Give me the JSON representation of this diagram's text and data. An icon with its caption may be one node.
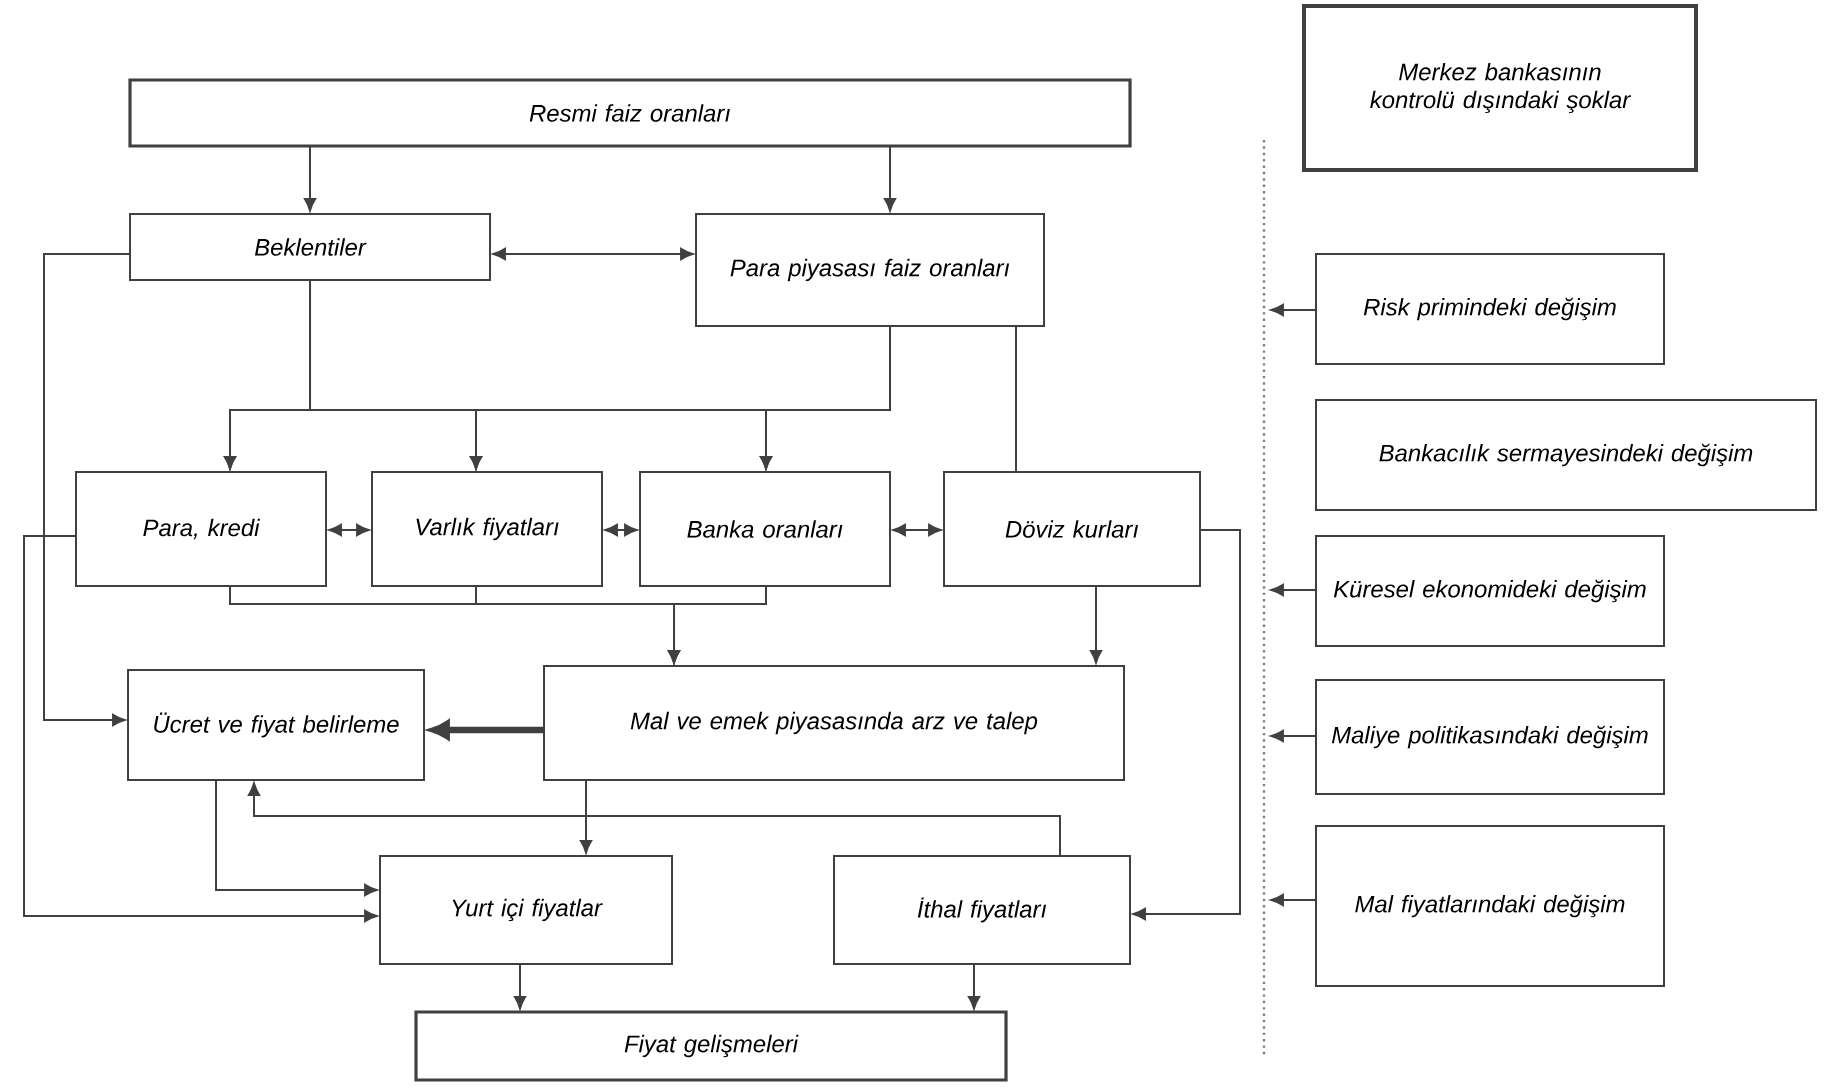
{
  "diagram": {
    "nodes": [
      {
        "text": [
          "Resmi faiz oranları"
        ]
      },
      {
        "text": [
          "Merkez bankasının kontrolü dışındaki şoklar"
        ]
      },
      {
        "text": [
          "Beklentiler"
        ]
      },
      {
        "text": [
          "Para piyasası faiz oranları"
        ]
      },
      {
        "text": [
          "Risk primindeki değişim"
        ]
      },
      {
        "text": [
          "Bankacılık sermayesindeki değişim"
        ]
      },
      {
        "text": [
          "Para, kredi"
        ]
      },
      {
        "text": [
          "Varlık fiyatları"
        ]
      },
      {
        "text": [
          "Banka oranları"
        ]
      },
      {
        "text": [
          "Döviz kurları"
        ]
      },
      {
        "text": [
          "Küresel ekonomideki değişim"
        ]
      },
      {
        "text": [
          "Ücret ve fiyat belirleme"
        ]
      },
      {
        "text": [
          "Mal ve emek piyasasında arz ve talep"
        ]
      },
      {
        "text": [
          "Maliye politikasındaki değişim"
        ]
      },
      {
        "text": [
          "Yurt içi fiyatlar"
        ]
      },
      {
        "text": [
          "İthal fiyatları"
        ]
      },
      {
        "text": [
          "Mal fiyatlarındaki değişim"
        ]
      },
      {
        "text": [
          "Fiyat gelişmeleri"
        ]
      }
    ],
    "edges": [
      {
        "from": 0,
        "to": 2,
        "arrow": "to"
      },
      {
        "from": 0,
        "to": 3,
        "arrow": "to"
      },
      {
        "from": 2,
        "to": 3,
        "arrow": "both"
      },
      {
        "from": 2,
        "to": 6,
        "arrow": "to"
      },
      {
        "from": 2,
        "to": 7,
        "arrow": "to"
      },
      {
        "from": 2,
        "to": 8,
        "arrow": "to"
      },
      {
        "from": 3,
        "to": 6,
        "arrow": "to"
      },
      {
        "from": 3,
        "to": 7,
        "arrow": "to"
      },
      {
        "from": 3,
        "to": 8,
        "arrow": "to"
      },
      {
        "from": 3,
        "to": 9,
        "arrow": "none"
      },
      {
        "from": 6,
        "to": 7,
        "arrow": "both"
      },
      {
        "from": 7,
        "to": 8,
        "arrow": "both"
      },
      {
        "from": 8,
        "to": 9,
        "arrow": "both"
      },
      {
        "from": 6,
        "to": 12,
        "arrow": "to"
      },
      {
        "from": 7,
        "to": 12,
        "arrow": "to"
      },
      {
        "from": 8,
        "to": 12,
        "arrow": "to"
      },
      {
        "from": 9,
        "to": 12,
        "arrow": "to"
      },
      {
        "from": 12,
        "to": 11,
        "arrow": "to",
        "style": "thick"
      },
      {
        "from": 2,
        "to": 11,
        "arrow": "to"
      },
      {
        "from": 6,
        "to": 14,
        "arrow": "to"
      },
      {
        "from": 11,
        "to": 14,
        "arrow": "to"
      },
      {
        "from": 12,
        "to": 14,
        "arrow": "to"
      },
      {
        "from": 15,
        "to": 11,
        "arrow": "to"
      },
      {
        "from": 14,
        "to": 17,
        "arrow": "to"
      },
      {
        "from": 15,
        "to": 17,
        "arrow": "to"
      },
      {
        "from": 9,
        "to": 15,
        "arrow": "to"
      },
      {
        "from": 4,
        "to": null,
        "arrow": "to"
      },
      {
        "from": 10,
        "to": null,
        "arrow": "to"
      },
      {
        "from": 13,
        "to": null,
        "arrow": "to"
      },
      {
        "from": 16,
        "to": null,
        "arrow": "to"
      }
    ]
  }
}
